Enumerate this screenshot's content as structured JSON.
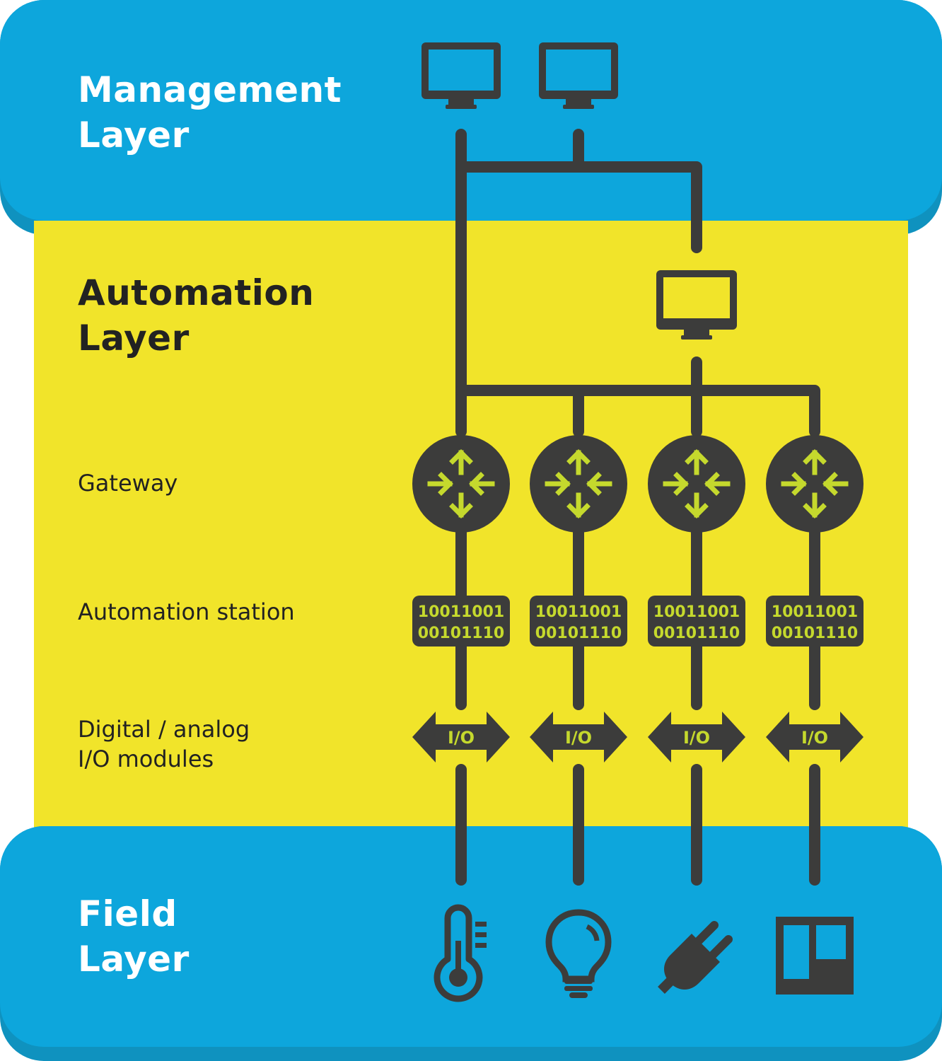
{
  "layers": {
    "management": {
      "line1": "Management",
      "line2": "Layer"
    },
    "automation": {
      "line1": "Automation",
      "line2": "Layer"
    },
    "field": {
      "line1": "Field",
      "line2": "Layer"
    }
  },
  "row_labels": {
    "gateway": "Gateway",
    "automation_station": "Automation station",
    "io_line1": "Digital / analog",
    "io_line2": "I/O modules"
  },
  "station_code": {
    "line1": "10011001",
    "line2": "00101110"
  },
  "io_label": "I/O",
  "icons": {
    "management_devices": [
      "monitor-icon",
      "monitor-icon"
    ],
    "automation_device": "monitor-icon",
    "gateways": [
      "router-icon",
      "router-icon",
      "router-icon",
      "router-icon"
    ],
    "field_devices": [
      "thermometer-icon",
      "light-bulb-icon",
      "power-plug-icon",
      "window-panel-icon"
    ]
  },
  "colors": {
    "blue": "#0da6dc",
    "blue_shadow": "#0f92bf",
    "yellow": "#f1e42a",
    "dark": "#3c3c3b",
    "lime": "#c5d92d"
  }
}
